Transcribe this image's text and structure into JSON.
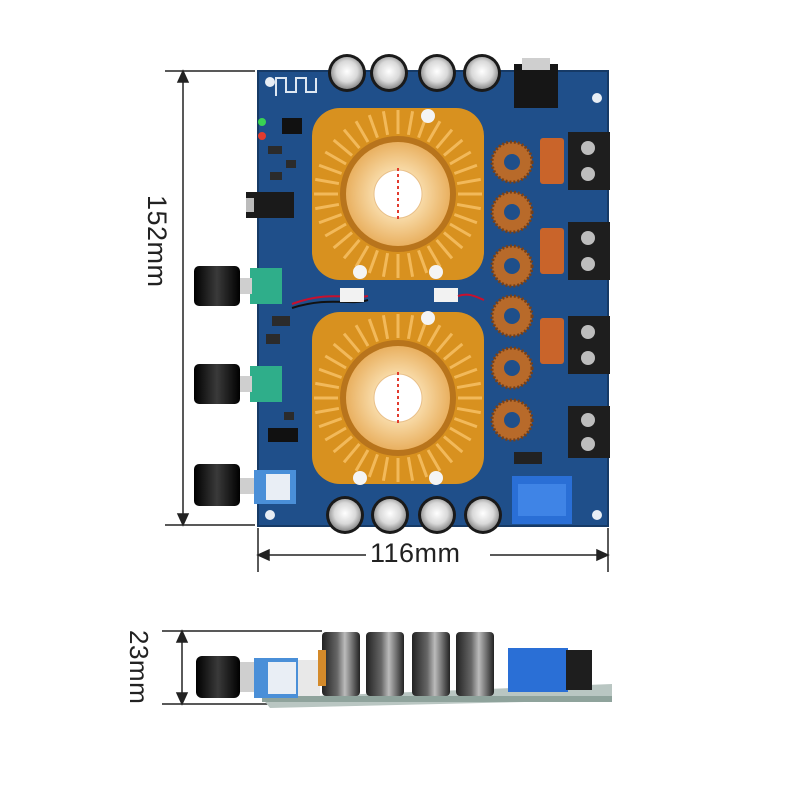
{
  "dimensions": {
    "height_label": "152mm",
    "width_label": "116mm",
    "thickness_label": "23mm"
  },
  "colors": {
    "pcb": "#1f4f8a",
    "pcb_dark": "#173d6e",
    "heatsink": "#e8a23a",
    "heatsink_dark": "#b8741c",
    "fan": "#f3d9a8",
    "capacitor": "#2a2a2a",
    "terminal": "#1e1e1e",
    "inductor": "#b86a2a",
    "film_cap": "#c9642a",
    "relay": "#2a6fd6",
    "knob": "#111111",
    "line": "#222222"
  },
  "icons": [
    "bluetooth-antenna-icon"
  ]
}
